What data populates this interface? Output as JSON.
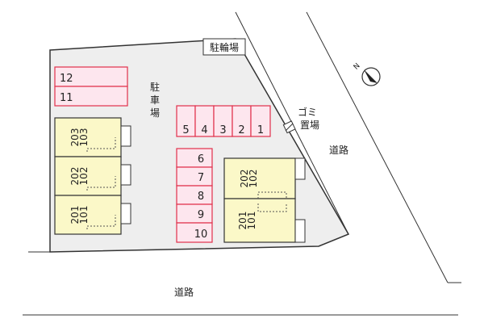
{
  "labels": {
    "bicycle_parking": "駐輪場",
    "parking_chars": [
      "駐",
      "車",
      "場"
    ],
    "garbage_chars_1": "ゴミ",
    "garbage_chars_2": "置場",
    "road_right": "道路",
    "road_bottom": "道路",
    "compass_n": "N"
  },
  "parking_top": [
    "12",
    "11"
  ],
  "parking_row": [
    "5",
    "4",
    "3",
    "2",
    "1"
  ],
  "parking_col": [
    "6",
    "7",
    "8",
    "9",
    "10"
  ],
  "buildings": {
    "left": [
      {
        "upper": "203",
        "lower": "103"
      },
      {
        "upper": "202",
        "lower": "102"
      },
      {
        "upper": "201",
        "lower": "101"
      }
    ],
    "right": [
      {
        "upper": "202",
        "lower": "102"
      },
      {
        "upper": "201",
        "lower": "101"
      }
    ]
  },
  "colors": {
    "lot": "#eeeeee",
    "parking_stroke": "#e0304a",
    "parking_fill": "#fde6ee",
    "building_fill": "#fbf8c8",
    "line": "#333333"
  }
}
